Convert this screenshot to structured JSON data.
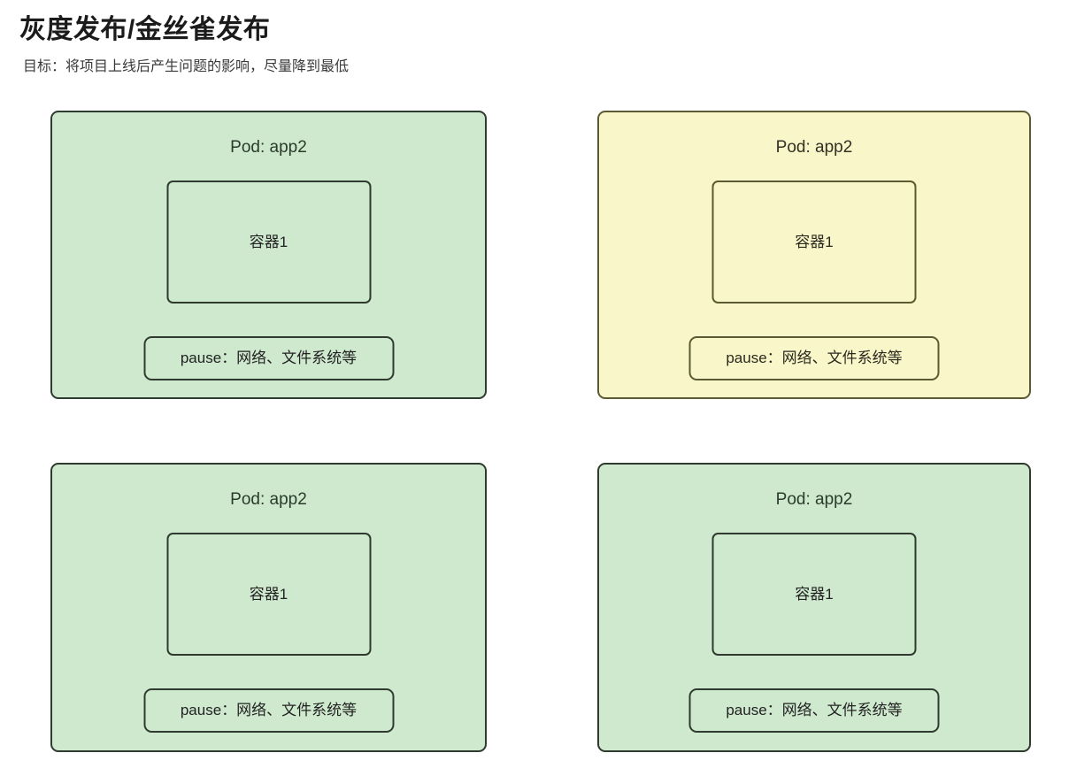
{
  "header": {
    "title": "灰度发布/金丝雀发布",
    "subtitle": "目标：将项目上线后产生问题的影响，尽量降到最低"
  },
  "theme": {
    "page_background": "#ffffff",
    "green_fill": "#cfe9cf",
    "green_border": "#2f3b2f",
    "yellow_fill": "#f9f6c9",
    "yellow_border": "#5c5a33",
    "title_color": "#1b1b1b",
    "text_color": "#222222"
  },
  "panels": [
    {
      "position": "top-left",
      "theme": "green",
      "pod_title": "Pod: app2",
      "container_label": "容器1",
      "pause_label": "pause：网络、文件系统等"
    },
    {
      "position": "top-right",
      "theme": "yellow",
      "pod_title": "Pod: app2",
      "container_label": "容器1",
      "pause_label": "pause：网络、文件系统等"
    },
    {
      "position": "bottom-left",
      "theme": "green",
      "pod_title": "Pod: app2",
      "container_label": "容器1",
      "pause_label": "pause：网络、文件系统等"
    },
    {
      "position": "bottom-right",
      "theme": "green",
      "pod_title": "Pod: app2",
      "container_label": "容器1",
      "pause_label": "pause：网络、文件系统等"
    }
  ]
}
